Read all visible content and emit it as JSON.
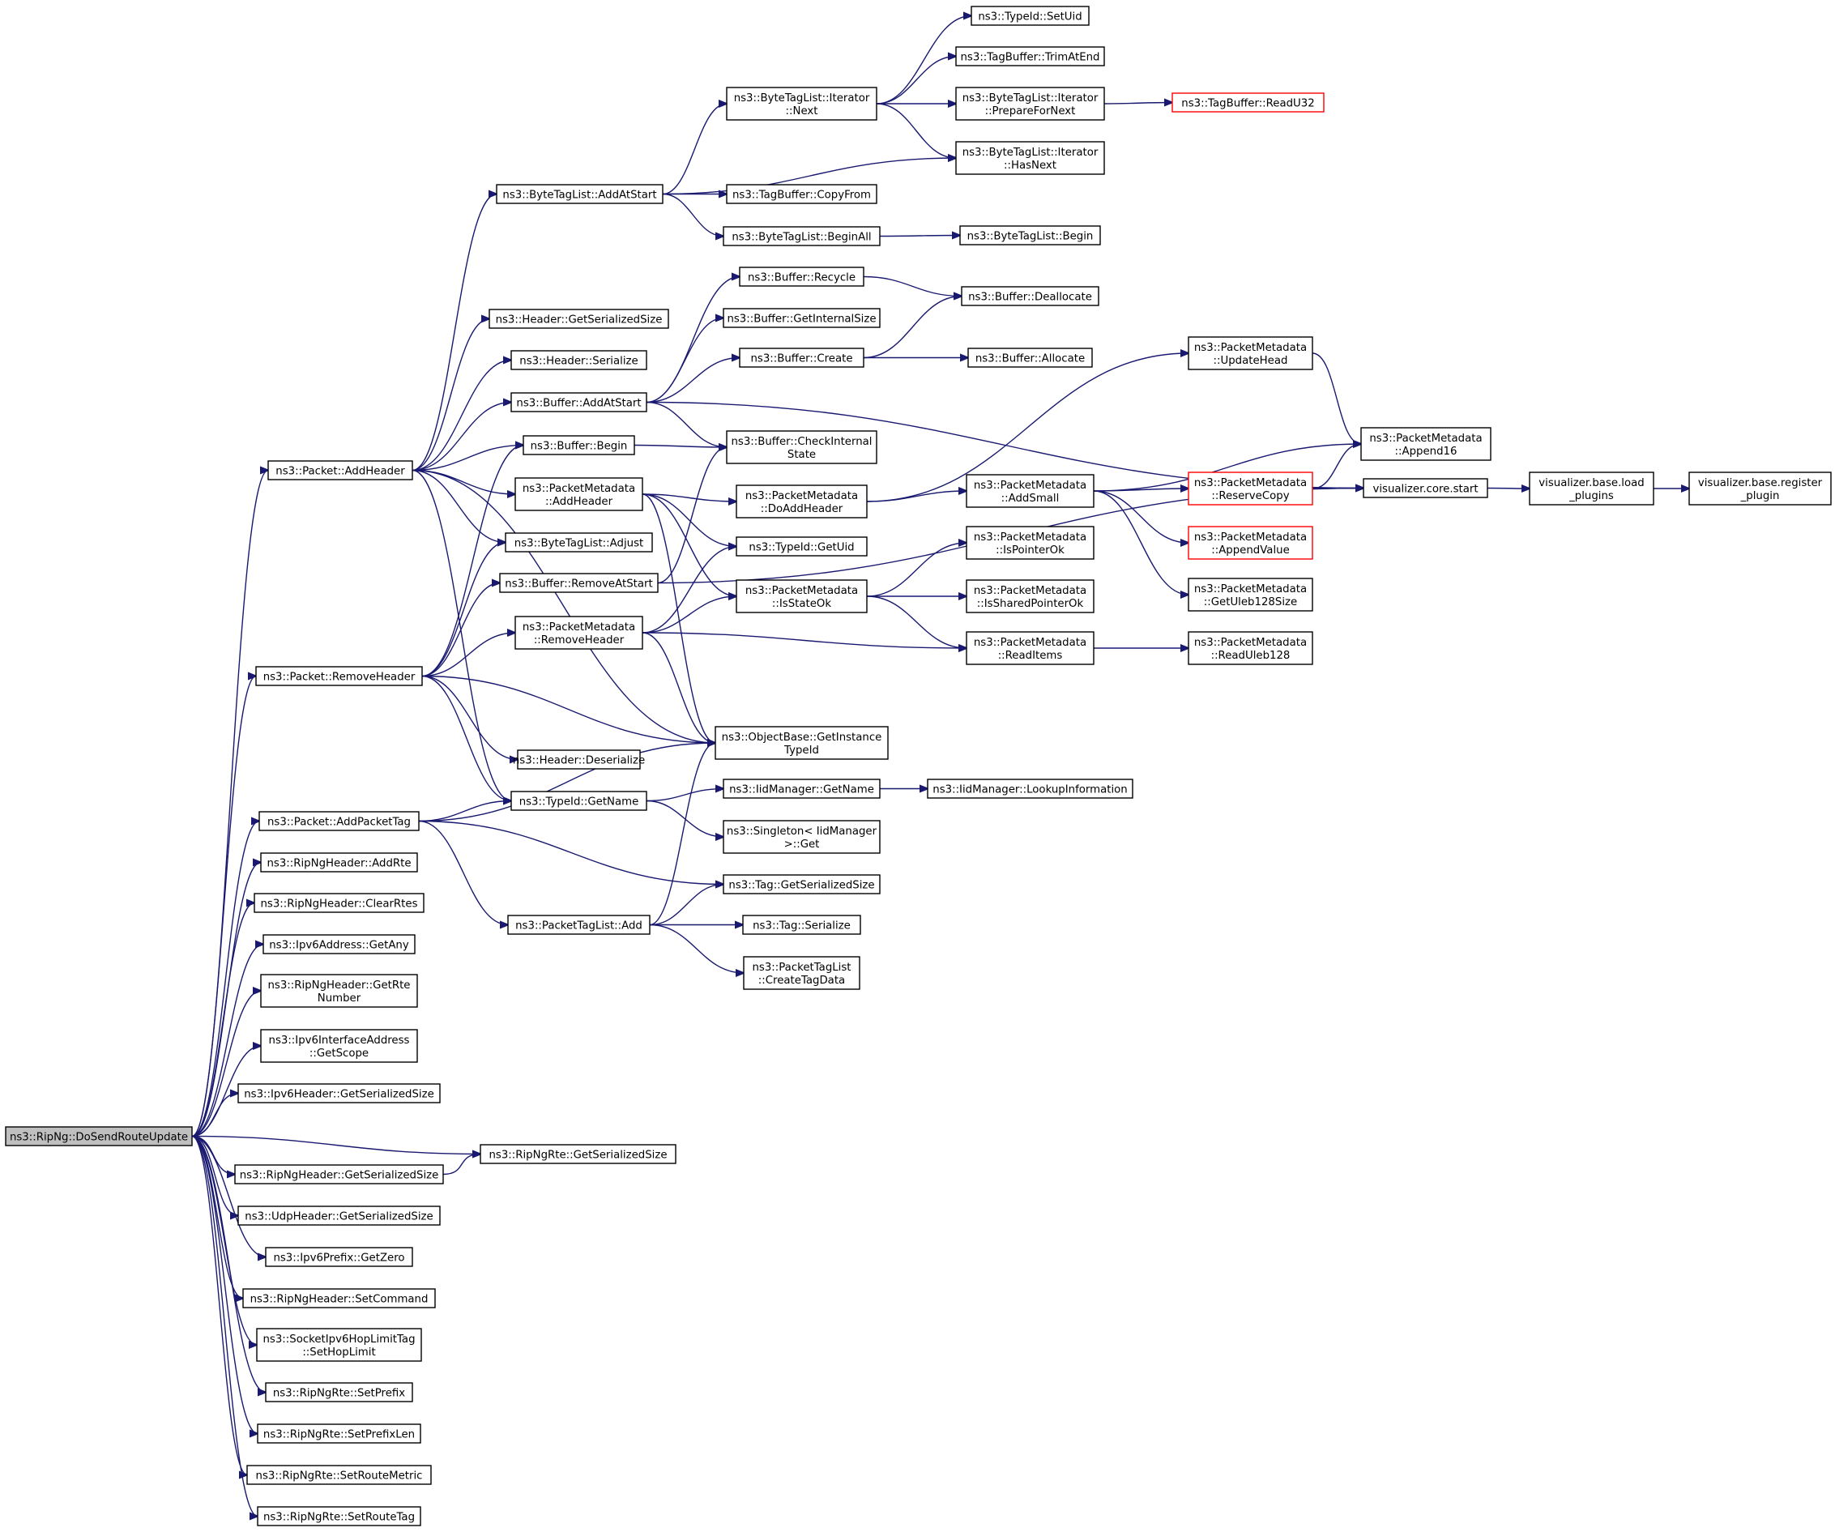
{
  "colors": {
    "edge": "#191970",
    "node_border": "#000000",
    "node_border_incomplete": "#ff0000",
    "root_fill": "#bfbfbf"
  },
  "nodes": [
    {
      "id": "root",
      "lines": [
        "ns3::RipNg::DoSendRouteUpdate"
      ],
      "root": true
    },
    {
      "id": "pkt_addheader",
      "lines": [
        "ns3::Packet::AddHeader"
      ]
    },
    {
      "id": "pkt_removeheader",
      "lines": [
        "ns3::Packet::RemoveHeader"
      ]
    },
    {
      "id": "pkt_addpackettag",
      "lines": [
        "ns3::Packet::AddPacketTag"
      ]
    },
    {
      "id": "ripngheader_addrte",
      "lines": [
        "ns3::RipNgHeader::AddRte"
      ]
    },
    {
      "id": "ripngheader_clearrtes",
      "lines": [
        "ns3::RipNgHeader::ClearRtes"
      ]
    },
    {
      "id": "ipv6addr_getany",
      "lines": [
        "ns3::Ipv6Address::GetAny"
      ]
    },
    {
      "id": "ripngheader_getrtenumber",
      "lines": [
        "ns3::RipNgHeader::GetRte",
        "Number"
      ]
    },
    {
      "id": "ipv6ifaddr_getscope",
      "lines": [
        "ns3::Ipv6InterfaceAddress",
        "::GetScope"
      ]
    },
    {
      "id": "ipv6header_getserializedsize",
      "lines": [
        "ns3::Ipv6Header::GetSerializedSize"
      ]
    },
    {
      "id": "ripngheader_getserializedsize",
      "lines": [
        "ns3::RipNgHeader::GetSerializedSize"
      ]
    },
    {
      "id": "ripngrte_getserializedsize",
      "lines": [
        "ns3::RipNgRte::GetSerializedSize"
      ]
    },
    {
      "id": "udpheader_getserializedsize",
      "lines": [
        "ns3::UdpHeader::GetSerializedSize"
      ]
    },
    {
      "id": "ipv6prefix_getzero",
      "lines": [
        "ns3::Ipv6Prefix::GetZero"
      ]
    },
    {
      "id": "ripngheader_setcommand",
      "lines": [
        "ns3::RipNgHeader::SetCommand"
      ]
    },
    {
      "id": "sockhoplimit_sethoplimit",
      "lines": [
        "ns3::SocketIpv6HopLimitTag",
        "::SetHopLimit"
      ]
    },
    {
      "id": "ripngrte_setprefix",
      "lines": [
        "ns3::RipNgRte::SetPrefix"
      ]
    },
    {
      "id": "ripngrte_setprefixlen",
      "lines": [
        "ns3::RipNgRte::SetPrefixLen"
      ]
    },
    {
      "id": "ripngrte_setroutemetric",
      "lines": [
        "ns3::RipNgRte::SetRouteMetric"
      ]
    },
    {
      "id": "ripngrte_setroutetag",
      "lines": [
        "ns3::RipNgRte::SetRouteTag"
      ]
    },
    {
      "id": "btl_addatstart",
      "lines": [
        "ns3::ByteTagList::AddAtStart"
      ]
    },
    {
      "id": "header_getserializedsize",
      "lines": [
        "ns3::Header::GetSerializedSize"
      ]
    },
    {
      "id": "header_serialize",
      "lines": [
        "ns3::Header::Serialize"
      ]
    },
    {
      "id": "buffer_addatstart",
      "lines": [
        "ns3::Buffer::AddAtStart"
      ]
    },
    {
      "id": "buffer_begin",
      "lines": [
        "ns3::Buffer::Begin"
      ]
    },
    {
      "id": "pm_addheader",
      "lines": [
        "ns3::PacketMetadata",
        "::AddHeader"
      ]
    },
    {
      "id": "btl_adjust",
      "lines": [
        "ns3::ByteTagList::Adjust"
      ]
    },
    {
      "id": "buffer_removeatstart",
      "lines": [
        "ns3::Buffer::RemoveAtStart"
      ]
    },
    {
      "id": "pm_removeheader",
      "lines": [
        "ns3::PacketMetadata",
        "::RemoveHeader"
      ]
    },
    {
      "id": "header_deserialize",
      "lines": [
        "ns3::Header::Deserialize"
      ]
    },
    {
      "id": "typeid_getname",
      "lines": [
        "ns3::TypeId::GetName"
      ]
    },
    {
      "id": "ptl_add",
      "lines": [
        "ns3::PacketTagList::Add"
      ]
    },
    {
      "id": "btli_next",
      "lines": [
        "ns3::ByteTagList::Iterator",
        "::Next"
      ]
    },
    {
      "id": "tb_copyfrom",
      "lines": [
        "ns3::TagBuffer::CopyFrom"
      ]
    },
    {
      "id": "btl_beginall",
      "lines": [
        "ns3::ByteTagList::BeginAll"
      ]
    },
    {
      "id": "buffer_recycle",
      "lines": [
        "ns3::Buffer::Recycle"
      ]
    },
    {
      "id": "buffer_getinternalsize",
      "lines": [
        "ns3::Buffer::GetInternalSize"
      ]
    },
    {
      "id": "buffer_create",
      "lines": [
        "ns3::Buffer::Create"
      ]
    },
    {
      "id": "buffer_checkinternalstate",
      "lines": [
        "ns3::Buffer::CheckInternal",
        "State"
      ]
    },
    {
      "id": "pm_doaddheader",
      "lines": [
        "ns3::PacketMetadata",
        "::DoAddHeader"
      ]
    },
    {
      "id": "typeid_getuid",
      "lines": [
        "ns3::TypeId::GetUid"
      ]
    },
    {
      "id": "pm_isstateok",
      "lines": [
        "ns3::PacketMetadata",
        "::IsStateOk"
      ]
    },
    {
      "id": "objectbase_getinstancetypeid",
      "lines": [
        "ns3::ObjectBase::GetInstance",
        "TypeId"
      ]
    },
    {
      "id": "iidmanager_getname",
      "lines": [
        "ns3::IidManager::GetName"
      ]
    },
    {
      "id": "singleton_get",
      "lines": [
        "ns3::Singleton< IidManager",
        ">::Get"
      ]
    },
    {
      "id": "tag_getserializedsize",
      "lines": [
        "ns3::Tag::GetSerializedSize"
      ]
    },
    {
      "id": "tag_serialize",
      "lines": [
        "ns3::Tag::Serialize"
      ]
    },
    {
      "id": "ptl_createtagdata",
      "lines": [
        "ns3::PacketTagList",
        "::CreateTagData"
      ]
    },
    {
      "id": "typeid_setuid",
      "lines": [
        "ns3::TypeId::SetUid"
      ]
    },
    {
      "id": "tb_trimatend",
      "lines": [
        "ns3::TagBuffer::TrimAtEnd"
      ]
    },
    {
      "id": "btli_preparefornext",
      "lines": [
        "ns3::ByteTagList::Iterator",
        "::PrepareForNext"
      ]
    },
    {
      "id": "btli_hasnext",
      "lines": [
        "ns3::ByteTagList::Iterator",
        "::HasNext"
      ]
    },
    {
      "id": "btl_begin",
      "lines": [
        "ns3::ByteTagList::Begin"
      ]
    },
    {
      "id": "buffer_deallocate",
      "lines": [
        "ns3::Buffer::Deallocate"
      ]
    },
    {
      "id": "buffer_allocate",
      "lines": [
        "ns3::Buffer::Allocate"
      ]
    },
    {
      "id": "pm_addsmall",
      "lines": [
        "ns3::PacketMetadata",
        "::AddSmall"
      ]
    },
    {
      "id": "pm_ispointerok",
      "lines": [
        "ns3::PacketMetadata",
        "::IsPointerOk"
      ]
    },
    {
      "id": "pm_issharedpointerok",
      "lines": [
        "ns3::PacketMetadata",
        "::IsSharedPointerOk"
      ]
    },
    {
      "id": "pm_readitems",
      "lines": [
        "ns3::PacketMetadata",
        "::ReadItems"
      ]
    },
    {
      "id": "iidmanager_lookupinformation",
      "lines": [
        "ns3::IidManager::LookupInformation"
      ]
    },
    {
      "id": "tb_readu32",
      "lines": [
        "ns3::TagBuffer::ReadU32"
      ],
      "incomplete": true
    },
    {
      "id": "pm_updatehead",
      "lines": [
        "ns3::PacketMetadata",
        "::UpdateHead"
      ]
    },
    {
      "id": "pm_reservecopy",
      "lines": [
        "ns3::PacketMetadata",
        "::ReserveCopy"
      ],
      "incomplete": true
    },
    {
      "id": "pm_appendvalue",
      "lines": [
        "ns3::PacketMetadata",
        "::AppendValue"
      ],
      "incomplete": true
    },
    {
      "id": "pm_getuleb128size",
      "lines": [
        "ns3::PacketMetadata",
        "::GetUleb128Size"
      ]
    },
    {
      "id": "pm_readuleb128",
      "lines": [
        "ns3::PacketMetadata",
        "::ReadUleb128"
      ]
    },
    {
      "id": "pm_append16",
      "lines": [
        "ns3::PacketMetadata",
        "::Append16"
      ]
    },
    {
      "id": "vis_core_start",
      "lines": [
        "visualizer.core.start"
      ]
    },
    {
      "id": "vis_base_loadplugins",
      "lines": [
        "visualizer.base.load",
        "_plugins"
      ]
    },
    {
      "id": "vis_base_registerplugin",
      "lines": [
        "visualizer.base.register",
        "_plugin"
      ]
    }
  ],
  "edges": [
    [
      "root",
      "pkt_addheader"
    ],
    [
      "root",
      "pkt_removeheader"
    ],
    [
      "root",
      "pkt_addpackettag"
    ],
    [
      "root",
      "ripngheader_addrte"
    ],
    [
      "root",
      "ripngheader_clearrtes"
    ],
    [
      "root",
      "ipv6addr_getany"
    ],
    [
      "root",
      "ripngheader_getrtenumber"
    ],
    [
      "root",
      "ipv6ifaddr_getscope"
    ],
    [
      "root",
      "ipv6header_getserializedsize"
    ],
    [
      "root",
      "ripngheader_getserializedsize"
    ],
    [
      "root",
      "ripngrte_getserializedsize"
    ],
    [
      "root",
      "udpheader_getserializedsize"
    ],
    [
      "root",
      "ipv6prefix_getzero"
    ],
    [
      "root",
      "ripngheader_setcommand"
    ],
    [
      "root",
      "sockhoplimit_sethoplimit"
    ],
    [
      "root",
      "ripngrte_setprefix"
    ],
    [
      "root",
      "ripngrte_setprefixlen"
    ],
    [
      "root",
      "ripngrte_setroutemetric"
    ],
    [
      "root",
      "ripngrte_setroutetag"
    ],
    [
      "pkt_addheader",
      "btl_addatstart"
    ],
    [
      "pkt_addheader",
      "header_getserializedsize"
    ],
    [
      "pkt_addheader",
      "header_serialize"
    ],
    [
      "pkt_addheader",
      "buffer_addatstart"
    ],
    [
      "pkt_addheader",
      "buffer_begin"
    ],
    [
      "pkt_addheader",
      "pm_addheader"
    ],
    [
      "pkt_addheader",
      "btl_adjust"
    ],
    [
      "pkt_addheader",
      "objectbase_getinstancetypeid"
    ],
    [
      "pkt_addheader",
      "typeid_getname"
    ],
    [
      "pkt_removeheader",
      "buffer_begin"
    ],
    [
      "pkt_removeheader",
      "btl_adjust"
    ],
    [
      "pkt_removeheader",
      "buffer_removeatstart"
    ],
    [
      "pkt_removeheader",
      "pm_removeheader"
    ],
    [
      "pkt_removeheader",
      "objectbase_getinstancetypeid"
    ],
    [
      "pkt_removeheader",
      "header_deserialize"
    ],
    [
      "pkt_removeheader",
      "typeid_getname"
    ],
    [
      "pkt_addpackettag",
      "typeid_getname"
    ],
    [
      "pkt_addpackettag",
      "objectbase_getinstancetypeid"
    ],
    [
      "pkt_addpackettag",
      "tag_getserializedsize"
    ],
    [
      "pkt_addpackettag",
      "ptl_add"
    ],
    [
      "ripngheader_getserializedsize",
      "ripngrte_getserializedsize"
    ],
    [
      "btl_addatstart",
      "btli_next"
    ],
    [
      "btl_addatstart",
      "btli_hasnext"
    ],
    [
      "btl_addatstart",
      "tb_copyfrom"
    ],
    [
      "btl_addatstart",
      "btl_beginall"
    ],
    [
      "btli_next",
      "typeid_setuid"
    ],
    [
      "btli_next",
      "tb_trimatend"
    ],
    [
      "btli_next",
      "btli_preparefornext"
    ],
    [
      "btli_next",
      "btli_hasnext"
    ],
    [
      "btli_preparefornext",
      "tb_readu32"
    ],
    [
      "btl_beginall",
      "btl_begin"
    ],
    [
      "buffer_addatstart",
      "buffer_recycle"
    ],
    [
      "buffer_addatstart",
      "buffer_getinternalsize"
    ],
    [
      "buffer_addatstart",
      "buffer_create"
    ],
    [
      "buffer_addatstart",
      "buffer_checkinternalstate"
    ],
    [
      "buffer_addatstart",
      "vis_core_start"
    ],
    [
      "buffer_recycle",
      "buffer_deallocate"
    ],
    [
      "buffer_create",
      "buffer_deallocate"
    ],
    [
      "buffer_create",
      "buffer_allocate"
    ],
    [
      "buffer_begin",
      "buffer_checkinternalstate"
    ],
    [
      "buffer_removeatstart",
      "buffer_checkinternalstate"
    ],
    [
      "buffer_removeatstart",
      "vis_core_start"
    ],
    [
      "pm_addheader",
      "pm_doaddheader"
    ],
    [
      "pm_addheader",
      "typeid_getuid"
    ],
    [
      "pm_addheader",
      "pm_isstateok"
    ],
    [
      "pm_addheader",
      "objectbase_getinstancetypeid"
    ],
    [
      "pm_removeheader",
      "typeid_getuid"
    ],
    [
      "pm_removeheader",
      "pm_isstateok"
    ],
    [
      "pm_removeheader",
      "pm_readitems"
    ],
    [
      "pm_removeheader",
      "objectbase_getinstancetypeid"
    ],
    [
      "pm_doaddheader",
      "pm_updatehead"
    ],
    [
      "pm_doaddheader",
      "pm_addsmall"
    ],
    [
      "pm_updatehead",
      "pm_append16"
    ],
    [
      "pm_addsmall",
      "pm_append16"
    ],
    [
      "pm_addsmall",
      "pm_reservecopy"
    ],
    [
      "pm_addsmall",
      "pm_appendvalue"
    ],
    [
      "pm_addsmall",
      "pm_getuleb128size"
    ],
    [
      "pm_reservecopy",
      "pm_append16"
    ],
    [
      "pm_reservecopy",
      "vis_core_start"
    ],
    [
      "vis_core_start",
      "vis_base_loadplugins"
    ],
    [
      "vis_base_loadplugins",
      "vis_base_registerplugin"
    ],
    [
      "pm_isstateok",
      "pm_ispointerok"
    ],
    [
      "pm_isstateok",
      "pm_issharedpointerok"
    ],
    [
      "pm_isstateok",
      "pm_readitems"
    ],
    [
      "pm_readitems",
      "pm_readuleb128"
    ],
    [
      "typeid_getname",
      "iidmanager_getname"
    ],
    [
      "typeid_getname",
      "singleton_get"
    ],
    [
      "iidmanager_getname",
      "iidmanager_lookupinformation"
    ],
    [
      "ptl_add",
      "objectbase_getinstancetypeid"
    ],
    [
      "ptl_add",
      "tag_getserializedsize"
    ],
    [
      "ptl_add",
      "tag_serialize"
    ],
    [
      "ptl_add",
      "ptl_createtagdata"
    ]
  ]
}
